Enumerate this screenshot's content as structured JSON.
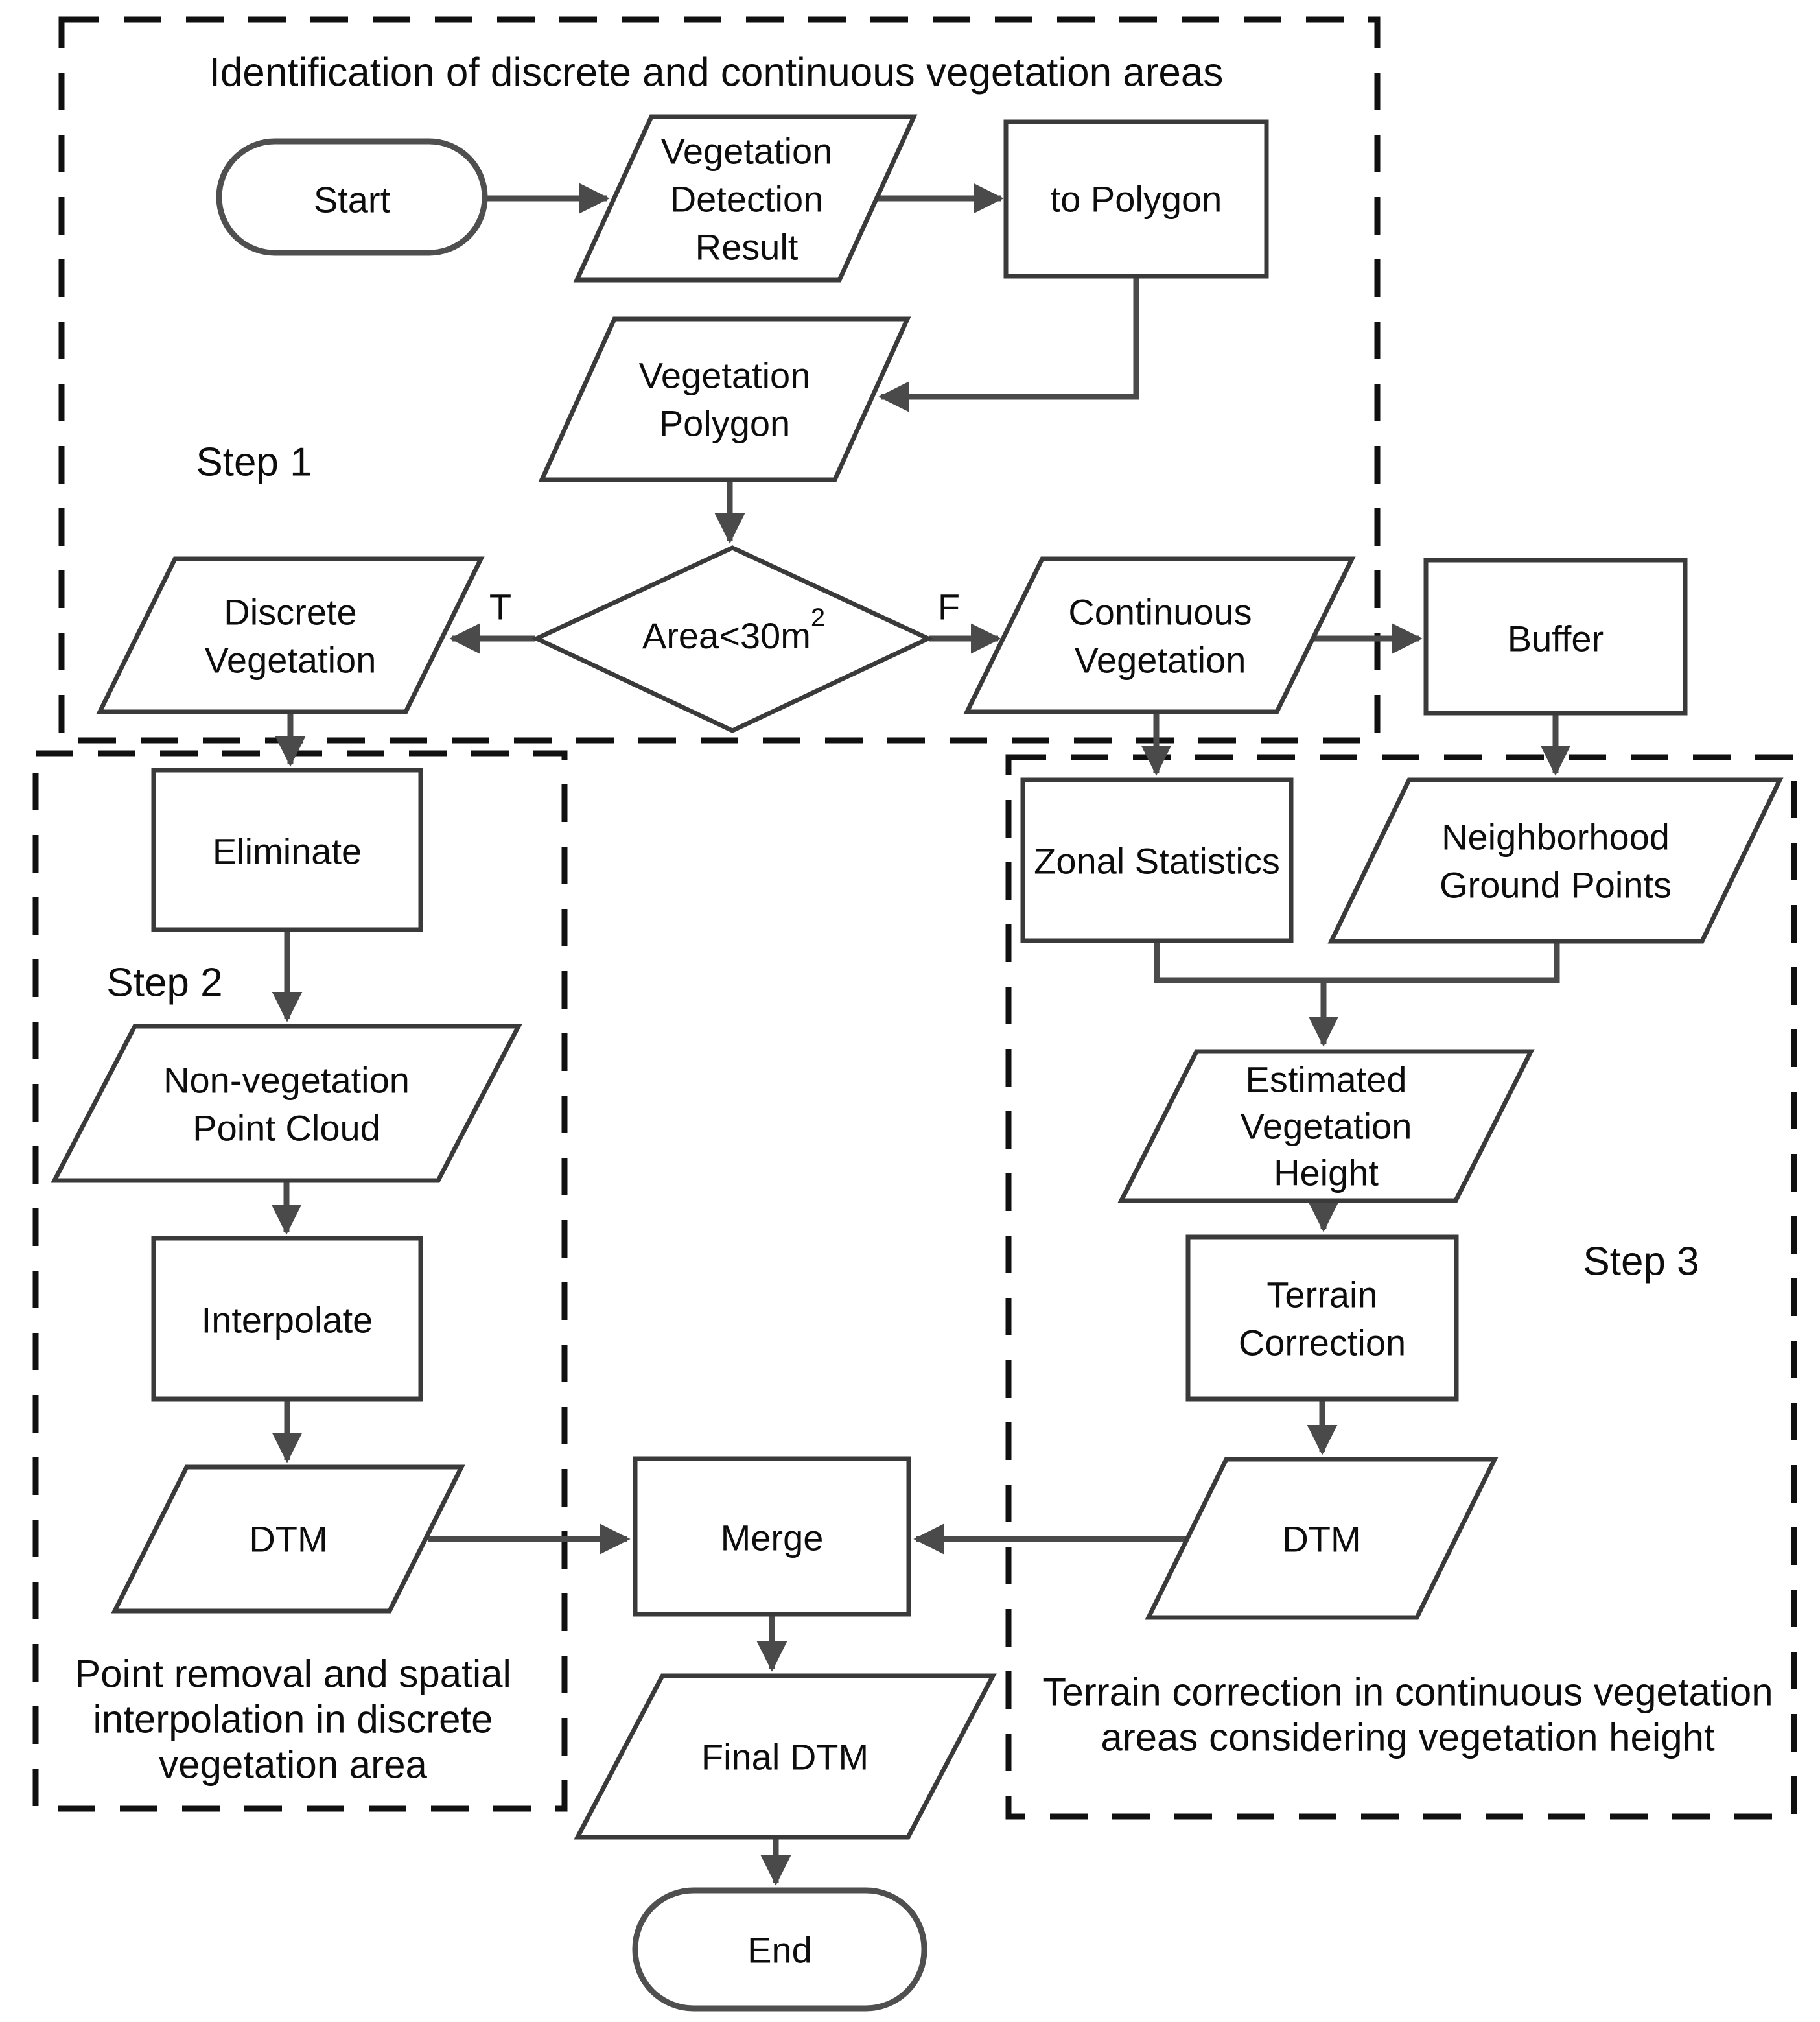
{
  "title": "Identification of discrete and continuous vegetation areas",
  "step_labels": {
    "step1": "Step 1",
    "step2": "Step 2",
    "step3": "Step 3"
  },
  "nodes": {
    "start": {
      "label": "Start"
    },
    "vegetation_detection_result": {
      "lines": [
        "Vegetation",
        "Detection",
        "Result"
      ]
    },
    "to_polygon": {
      "label": "to Polygon"
    },
    "vegetation_polygon": {
      "lines": [
        "Vegetation",
        "Polygon"
      ]
    },
    "area_decision": {
      "label_base": "Area<30m",
      "label_sup": "2",
      "true_label": "T",
      "false_label": "F"
    },
    "discrete_vegetation": {
      "lines": [
        "Discrete",
        "Vegetation"
      ]
    },
    "continuous_vegetation": {
      "lines": [
        "Continuous",
        "Vegetation"
      ]
    },
    "buffer": {
      "label": "Buffer"
    },
    "eliminate": {
      "label": "Eliminate"
    },
    "non_vegetation_point_cloud": {
      "lines": [
        "Non-vegetation",
        "Point Cloud"
      ]
    },
    "interpolate": {
      "label": "Interpolate"
    },
    "dtm_discrete": {
      "label": "DTM"
    },
    "zonal_statistics": {
      "label": "Zonal Statistics"
    },
    "neighborhood_ground_points": {
      "lines": [
        "Neighborhood",
        "Ground Points"
      ]
    },
    "estimated_vegetation_height": {
      "lines": [
        "Estimated",
        "Vegetation",
        "Height"
      ]
    },
    "terrain_correction": {
      "lines": [
        "Terrain",
        "Correction"
      ]
    },
    "dtm_continuous": {
      "label": "DTM"
    },
    "merge": {
      "label": "Merge"
    },
    "final_dtm": {
      "label": "Final DTM"
    },
    "end": {
      "label": "End"
    }
  },
  "captions": {
    "step2": [
      "Point removal and spatial",
      "interpolation in discrete",
      "vegetation area"
    ],
    "step3": [
      "Terrain correction in continuous vegetation",
      "areas considering vegetation height"
    ]
  },
  "colors": {
    "background": "#ffffff",
    "shape_stroke": "#3a3a3a",
    "dashed_box": "#101010",
    "arrow": "#4a4a4a",
    "text": "#0d0d0d"
  }
}
